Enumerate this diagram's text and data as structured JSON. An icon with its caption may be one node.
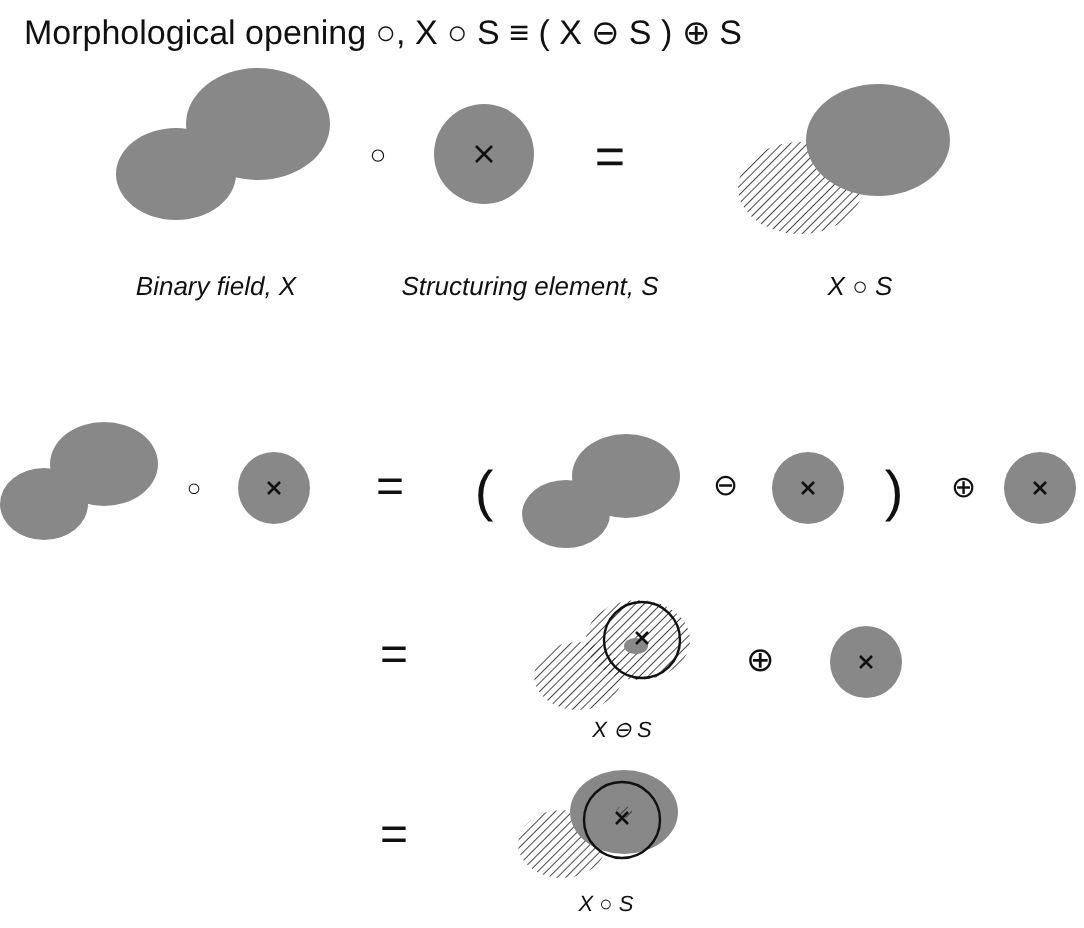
{
  "diagram": {
    "title": "Morphological opening ○,  X ○ S ≡ ( X ⊖ S ) ⊕ S",
    "labels": [
      "○",
      "=",
      "Binary field, X",
      "Structuring element, S",
      "X ○ S",
      "○",
      "=",
      "(",
      "⊖",
      ")",
      "⊕",
      "=",
      "⊕",
      "X ⊖ S",
      "=",
      "X ○ S"
    ]
  }
}
